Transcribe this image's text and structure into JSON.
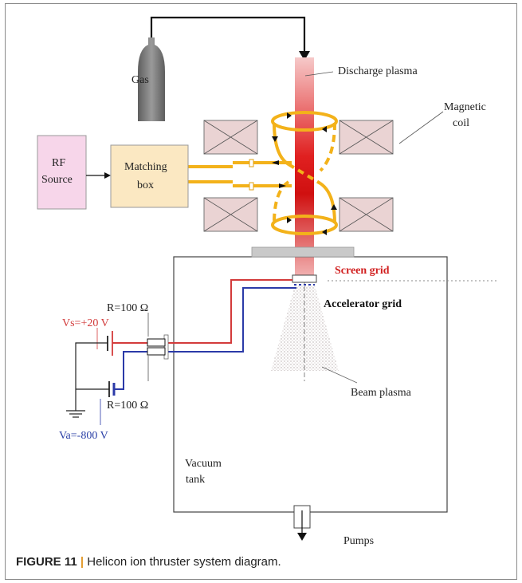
{
  "diagram": {
    "labels": {
      "gas": "Gas",
      "discharge_plasma": "Discharge plasma",
      "magnetic_coil_line1": "Magnetic",
      "magnetic_coil_line2": "coil",
      "rf_source_line1": "RF",
      "rf_source_line2": "Source",
      "matching_box_line1": "Matching",
      "matching_box_line2": "box",
      "screen_grid": "Screen grid",
      "accelerator_grid": "Accelerator grid",
      "resistor_top": "R=100 Ω",
      "resistor_bottom": "R=100 Ω",
      "vs": "Vs=+20  V",
      "va": "Va=-800  V",
      "beam_plasma": "Beam plasma",
      "vacuum_tank_line1": "Vacuum",
      "vacuum_tank_line2": "tank",
      "pumps": "Pumps"
    },
    "colors": {
      "rf_source_fill": "#f7d6ea",
      "matching_box_fill": "#fbe8c2",
      "coil_fill": "#ead3d3",
      "gas_bottle": "#7f7f7f",
      "loop_color": "#f3b21a",
      "screen_wire": "#d33b3b",
      "accel_wire": "#2b3aa8"
    }
  },
  "caption": {
    "figure_label": "FIGURE 11",
    "separator": "|",
    "text": "Helicon ion thruster system diagram."
  }
}
